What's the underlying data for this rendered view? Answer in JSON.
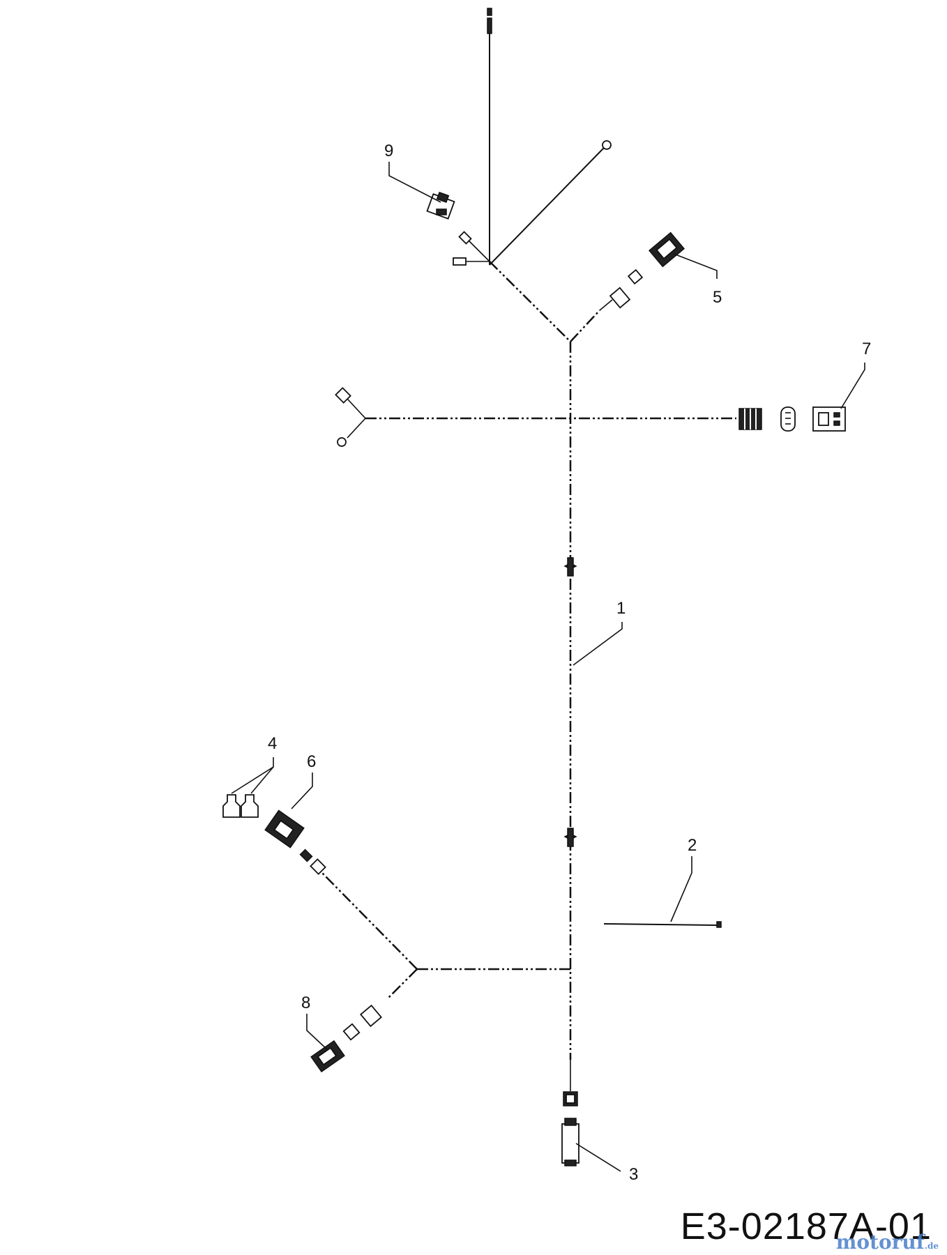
{
  "diagram": {
    "callouts": {
      "c1": "1",
      "c2": "2",
      "c3": "3",
      "c4": "4",
      "c5": "5",
      "c6": "6",
      "c7": "7",
      "c8": "8",
      "c9": "9"
    },
    "drawing_code": "E3-02187A-01",
    "watermark": {
      "brand": "motoruf",
      "tld": ".de"
    }
  }
}
